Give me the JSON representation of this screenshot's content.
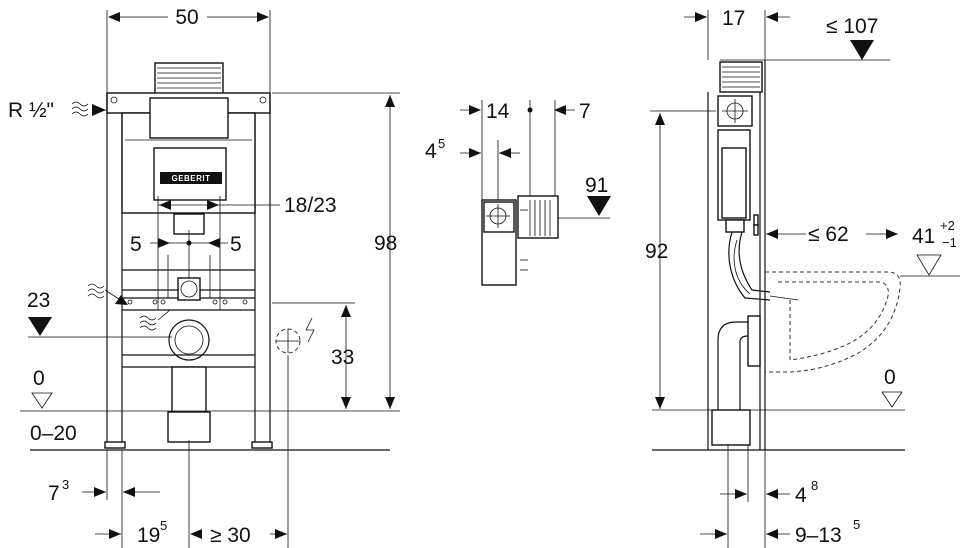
{
  "labels": {
    "front_width": "50",
    "water_inlet": "R ½\"",
    "flush_plate_cutout": "18/23",
    "actuator_left": "5",
    "actuator_right": "5",
    "total_height": "98",
    "floor_left": "0",
    "floor_range": "0–20",
    "inlet_height": "23",
    "power_height": "33",
    "leg_offset_main": "7",
    "leg_offset_sup": "3",
    "axis_left_main": "19",
    "axis_left_sup": "5",
    "axis_right": "≥ 30",
    "detail_top_left": "14",
    "detail_top_right": "7",
    "detail_offset_main": "4",
    "detail_offset_sup": "5",
    "detail_height": "91",
    "side_depth": "17",
    "side_depth_max": "≤ 107",
    "side_height": "92",
    "bowl_projection": "≤ 62",
    "bowl_height_main": "41",
    "bowl_tol_plus": "+2",
    "bowl_tol_minus": "−1",
    "floor_right": "0",
    "wall_offset_main": "4",
    "wall_offset_sup": "8",
    "wall_range_main": "9–13",
    "wall_range_sup": "5"
  },
  "brand": {
    "logo_text": "GEBERIT"
  },
  "icons": {
    "water": "water-wave-icon",
    "power": "electric-bolt-icon",
    "level": "floor-level-triangle-icon"
  },
  "colors": {
    "line": "#111111",
    "fill_grey": "#777777",
    "background": "#ffffff"
  }
}
